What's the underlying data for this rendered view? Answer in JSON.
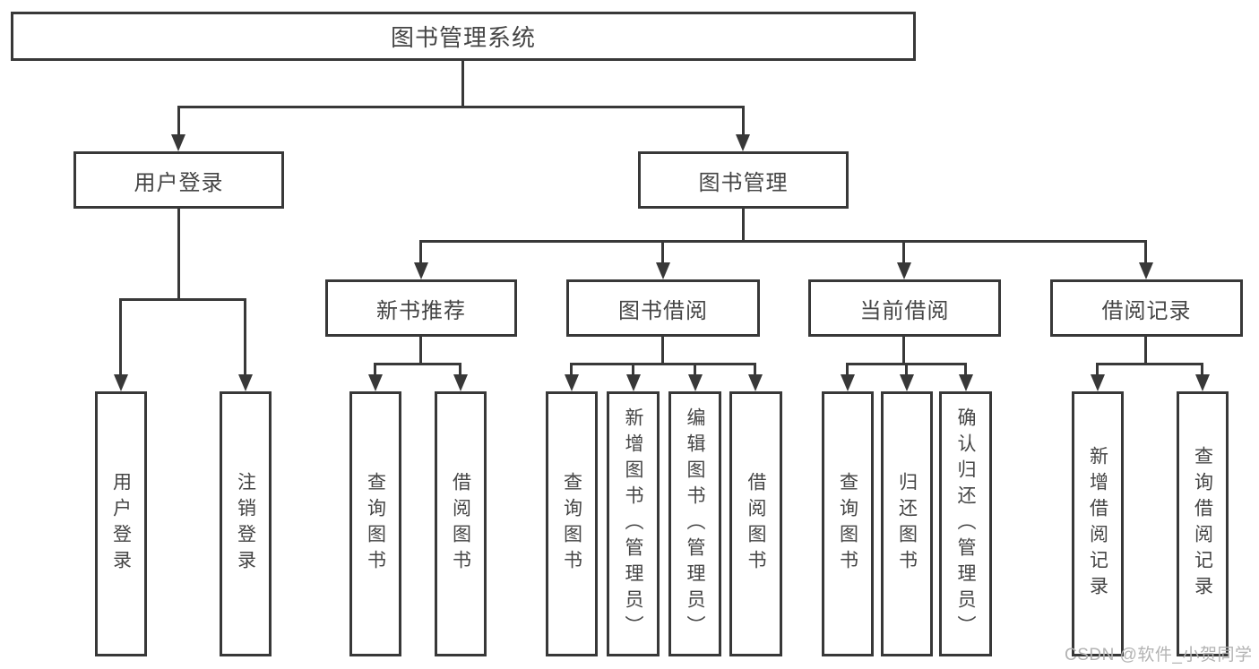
{
  "diagram": {
    "title": "图书管理系统",
    "tree": {
      "label": "图书管理系统",
      "children": [
        {
          "label": "用户登录",
          "children": [
            {
              "label": "用户登录"
            },
            {
              "label": "注销登录"
            }
          ]
        },
        {
          "label": "图书管理",
          "children": [
            {
              "label": "新书推荐",
              "children": [
                {
                  "label": "查询图书"
                },
                {
                  "label": "借阅图书"
                }
              ]
            },
            {
              "label": "图书借阅",
              "children": [
                {
                  "label": "查询图书"
                },
                {
                  "label": "新增图书（管理员）"
                },
                {
                  "label": "编辑图书（管理员）"
                },
                {
                  "label": "借阅图书"
                }
              ]
            },
            {
              "label": "当前借阅",
              "children": [
                {
                  "label": "查询图书"
                },
                {
                  "label": "归还图书"
                },
                {
                  "label": "确认归还（管理员）"
                }
              ]
            },
            {
              "label": "借阅记录",
              "children": [
                {
                  "label": "新增借阅记录"
                },
                {
                  "label": "查询借阅记录"
                }
              ]
            }
          ]
        }
      ]
    }
  },
  "watermark": {
    "text": "CSDN @软件_小贺同学"
  },
  "colors": {
    "line": "#383838",
    "text": "#454545",
    "background": "#ffffff",
    "watermark": "#b3b3b3"
  }
}
